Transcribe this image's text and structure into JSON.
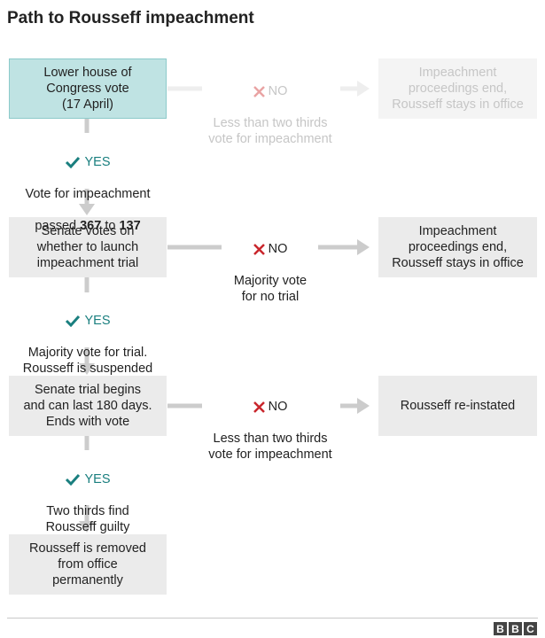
{
  "title": "Path to Rousseff impeachment",
  "boxes": {
    "lower_house": "Lower house of\nCongress vote\n(17 April)",
    "lower_no_outcome": "Impeachment\nproceedings end,\nRousseff stays in office",
    "senate_votes": "Senate votes on\nwhether to launch\nimpeachment trial",
    "senate_no_outcome": "Impeachment\nproceedings end,\nRousseff stays in office",
    "senate_trial": "Senate trial begins\nand can last 180 days.\nEnds with vote",
    "trial_no_outcome": "Rousseff re-instated",
    "removed": "Rousseff is removed\nfrom office\npermanently"
  },
  "yes_label": "YES",
  "no_label": "NO",
  "yes1": {
    "line1": "Vote for impeachment",
    "prefix": "passed ",
    "votes_for": "367",
    "mid": " to ",
    "votes_against": "137"
  },
  "no1_text": "Less than two thirds\nvote for impeachment",
  "yes2_text": "Majority vote for trial.\nRousseff is suspended",
  "no2_text": "Majority vote\nfor no trial",
  "yes3_text": "Two thirds find\nRousseff guilty",
  "no3_text": "Less than two thirds\nvote for impeachment",
  "footer_logo": [
    "B",
    "B",
    "C"
  ],
  "colors": {
    "lower_box": "#bfe3e3",
    "grey_box": "#ebebeb",
    "yes": "#1a7f7f",
    "no_x": "#c9262c",
    "arrow": "#cccccc",
    "faded_text": "#c6c6c6"
  }
}
